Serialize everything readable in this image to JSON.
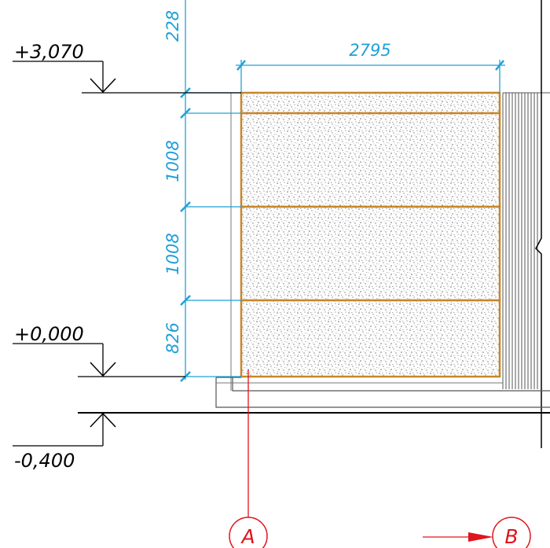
{
  "colors": {
    "dimension": "#1fa0d8",
    "layer_outline": "#c8862a",
    "axis": "#e0141e",
    "lines": "#000000",
    "wall": "#555555"
  },
  "horizontal_dimension": "2795",
  "vertical_dimensions": [
    "228",
    "1008",
    "1008",
    "826"
  ],
  "elevations": [
    "+3,070",
    "+0,000",
    "-0,400"
  ],
  "axes": [
    "A",
    "B"
  ]
}
